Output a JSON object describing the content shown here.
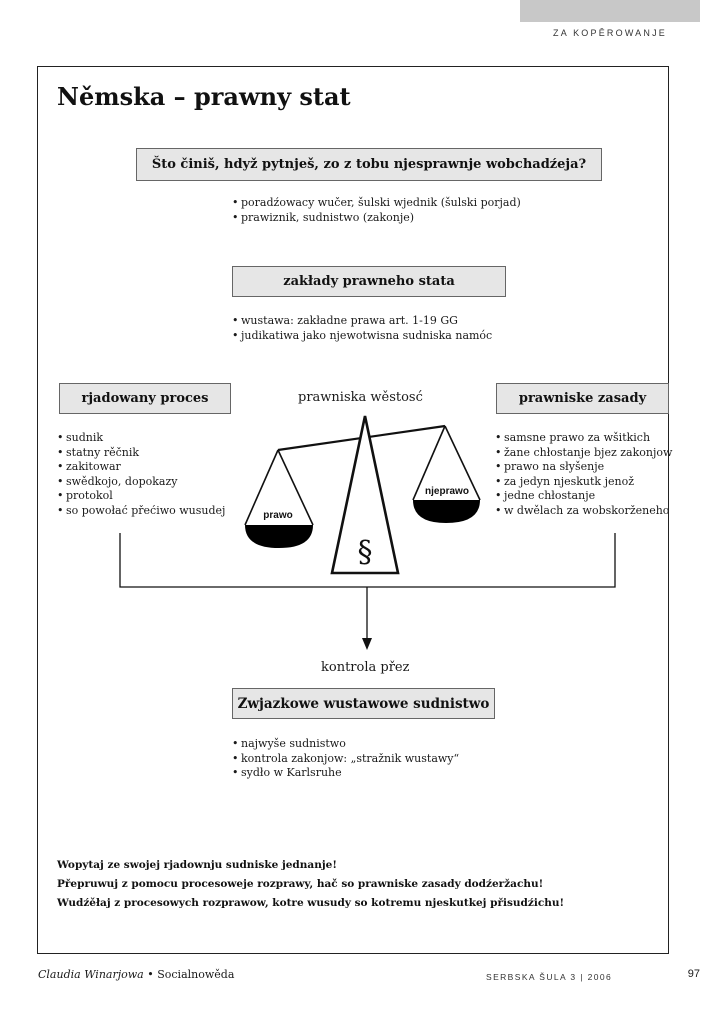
{
  "header": {
    "tag": "ZA KOPĚROWANJE"
  },
  "title": "Němska – prawny stat",
  "question": {
    "label": "Što činiš, hdyž pytnješ, zo z tobu njesprawnje wobchadźeja?",
    "items": [
      "poradźowacy wučer, šulski wjednik (šulski porjad)",
      "prawiznik, sudnistwo (zakonje)"
    ]
  },
  "foundations": {
    "label": "zakłady prawneho stata",
    "items": [
      "wustawa: zakładne prawa art. 1-19 GG",
      "judikatiwa jako njewotwisna sudniska namóc"
    ]
  },
  "left": {
    "label": "rjadowany proces",
    "items": [
      "sudnik",
      "statny rěčnik",
      "zakitowar",
      "swědkojo, dopokazy",
      "protokol",
      "so powołać přećiwo wusudej"
    ]
  },
  "center": {
    "label": "prawniska wěstosć",
    "left_pan": "prawo",
    "right_pan": "njeprawo",
    "symbol": "§"
  },
  "right": {
    "label": "prawniske zasady",
    "items": [
      "samsne prawo za wšitkich",
      "žane chłostanje bjez zakonjow",
      "prawo na słyšenje",
      "za jedyn njeskutk jenož",
      "w dwělach za wobskorženeho"
    ],
    "item4_cont": "jedne chłostanje"
  },
  "control": {
    "label": "kontrola přez",
    "court": "Zwjazkowe wustawowe sudnistwo",
    "items": [
      "najwyše sudnistwo",
      "kontrola zakonjow: „stražnik wustawy“",
      "sydło w Karlsruhe"
    ]
  },
  "instructions": [
    "Wopytaj ze swojej rjadownju sudniske jednanje!",
    "Přepruwuj z pomocu procesoweje rozprawy, hač so prawniske zasady dodźeržachu!",
    "Wudźěłaj z procesowych rozprawow, kotre wusudy so kotremu njeskutkej přisudźichu!"
  ],
  "footer": {
    "author": "Claudia Winarjowa",
    "subject": "Socialnowěda",
    "journal": "SERBSKA ŠULA 3 | 2006",
    "page": "97"
  },
  "colors": {
    "box_fill": "#e6e6e6",
    "gray_bar": "#c8c8c8",
    "ink": "#111111"
  }
}
